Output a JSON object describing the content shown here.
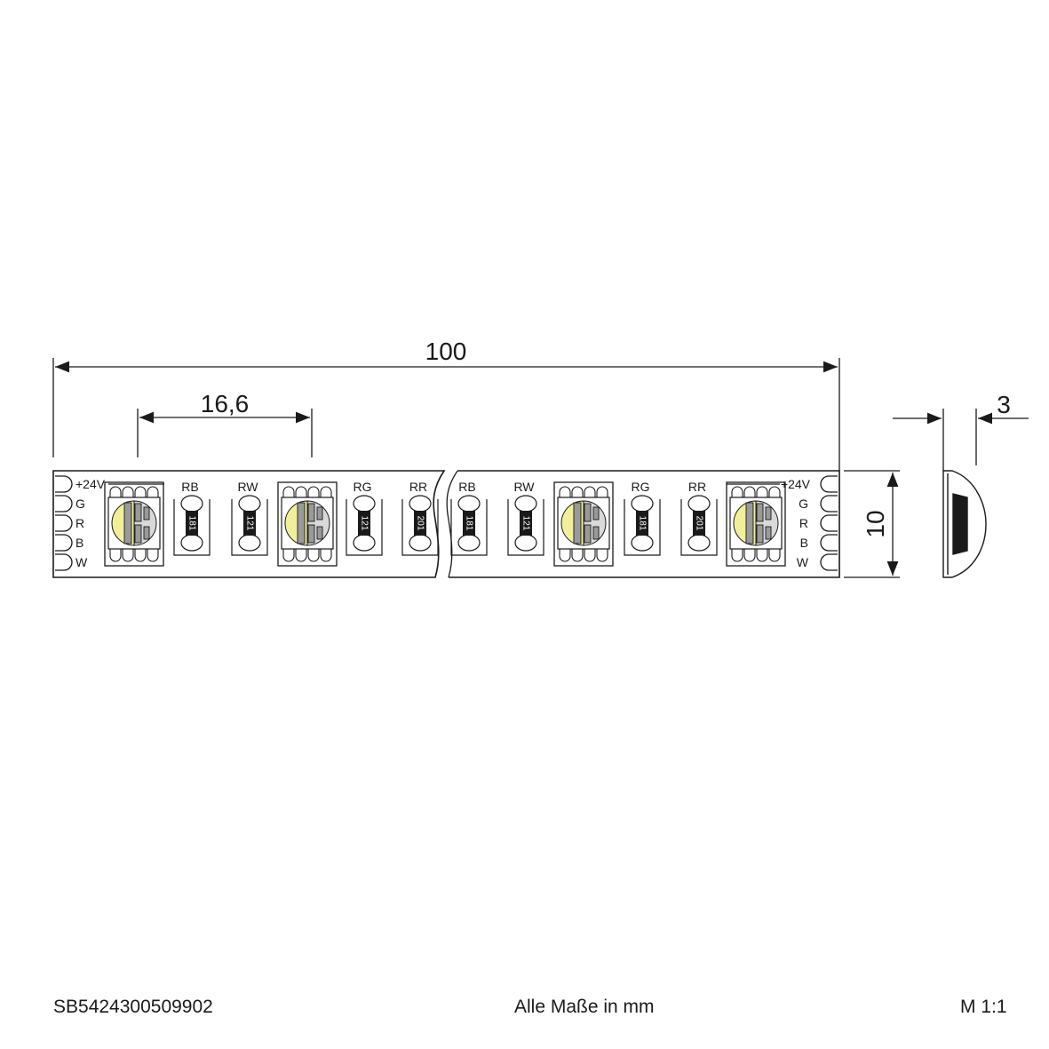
{
  "dimensions": {
    "overall_length": "100",
    "pitch": "16,6",
    "width": "10",
    "height": "3"
  },
  "pins": {
    "left": [
      "+24V",
      "G",
      "R",
      "B",
      "W"
    ],
    "right": [
      "+24V",
      "G",
      "R",
      "B",
      "W"
    ]
  },
  "resistor_groups": {
    "left": [
      {
        "label": "RB",
        "code": "181"
      },
      {
        "label": "RW",
        "code": "121"
      },
      {
        "label": "RG",
        "code": "121"
      },
      {
        "label": "RR",
        "code": "201"
      }
    ],
    "right": [
      {
        "label": "RB",
        "code": "181"
      },
      {
        "label": "RW",
        "code": "121"
      },
      {
        "label": "RG",
        "code": "181"
      },
      {
        "label": "RR",
        "code": "201"
      }
    ]
  },
  "colors": {
    "line": "#1a1a1a",
    "led_warm": "#f2ef9b",
    "led_gray": "#9a9a9a",
    "resistor": "#1a1a1a"
  },
  "footer": {
    "article_number": "SB5424300509902",
    "note": "Alle Maße in mm",
    "scale": "M 1:1"
  }
}
